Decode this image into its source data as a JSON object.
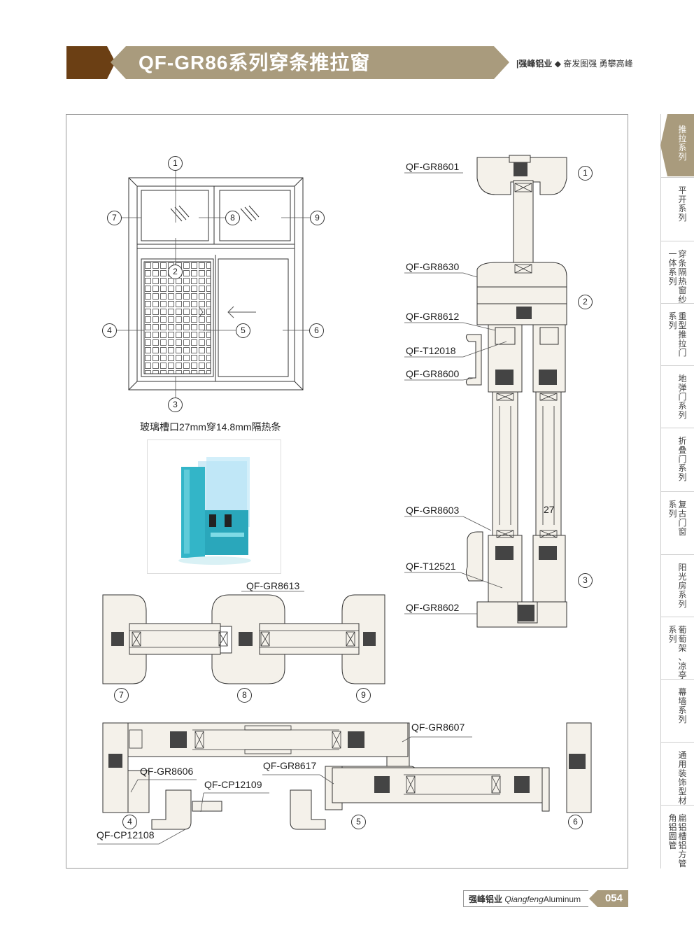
{
  "header": {
    "title": "QF-GR86系列穿条推拉窗",
    "brand": "|强峰铝业",
    "bullet": "◆",
    "slogan": "奋发图强 勇攀高峰"
  },
  "elevation": {
    "markers": [
      "1",
      "2",
      "3",
      "4",
      "5",
      "6",
      "7",
      "8",
      "9"
    ],
    "caption": "玻璃槽口27mm穿14.8mm隔热条"
  },
  "vertical_section": {
    "labels": [
      "QF-GR8601",
      "QF-GR8630",
      "QF-GR8612",
      "QF-T12018",
      "QF-GR8600",
      "QF-GR8603",
      "QF-T12521",
      "QF-GR8602"
    ],
    "dimension": "27",
    "markers": [
      "1",
      "2",
      "3"
    ]
  },
  "transom_section": {
    "label": "QF-GR8613",
    "markers": [
      "7",
      "8",
      "9"
    ]
  },
  "horizontal_section": {
    "labels": [
      "QF-GR8607",
      "QF-GR8617",
      "QF-GR8606",
      "QF-CP12109",
      "QF-CP12108"
    ],
    "markers": [
      "4",
      "5",
      "6"
    ]
  },
  "side_tabs": [
    {
      "cols": [
        "推拉系列"
      ],
      "active": true
    },
    {
      "cols": [
        "平开系列"
      ],
      "active": false
    },
    {
      "cols": [
        "穿条隔热窗纱",
        "一体系列"
      ],
      "active": false
    },
    {
      "cols": [
        "重型推拉门",
        "系列"
      ],
      "active": false
    },
    {
      "cols": [
        "地弹门系列"
      ],
      "active": false
    },
    {
      "cols": [
        "折叠门系列"
      ],
      "active": false
    },
    {
      "cols": [
        "复古门窗",
        "系列"
      ],
      "active": false
    },
    {
      "cols": [
        "阳光房系列"
      ],
      "active": false
    },
    {
      "cols": [
        "葡萄架、凉亭",
        "系列"
      ],
      "active": false
    },
    {
      "cols": [
        "幕墙系列"
      ],
      "active": false
    },
    {
      "cols": [
        "通用装饰型材"
      ],
      "active": false
    },
    {
      "cols": [
        "扁铝槽铝方管",
        "角铝圆管"
      ],
      "active": false
    }
  ],
  "footer": {
    "brand": "强峰铝业",
    "brand_en_italic": "Qiangfeng",
    "brand_en": "Aluminum",
    "page": "054"
  },
  "colors": {
    "banner": "#a99b7d",
    "banner_dark": "#6b3f14",
    "profile": "#f4f1ea",
    "cyan": "#33b5c8"
  }
}
